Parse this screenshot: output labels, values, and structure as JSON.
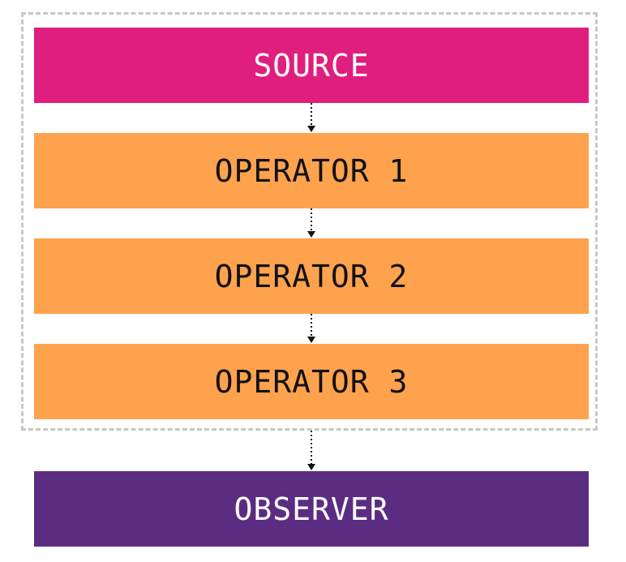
{
  "colors": {
    "source_bg": "#e01e7e",
    "operator_bg": "#ffa24e",
    "observer_bg": "#5b2d82",
    "light_text": "#ffffff",
    "dark_text": "#111111",
    "frame_border": "#c8c8c8",
    "arrow": "#111111"
  },
  "source": {
    "label": "SOURCE"
  },
  "operators": [
    {
      "label": "OPERATOR 1"
    },
    {
      "label": "OPERATOR 2"
    },
    {
      "label": "OPERATOR 3"
    }
  ],
  "observer": {
    "label": "OBSERVER"
  }
}
